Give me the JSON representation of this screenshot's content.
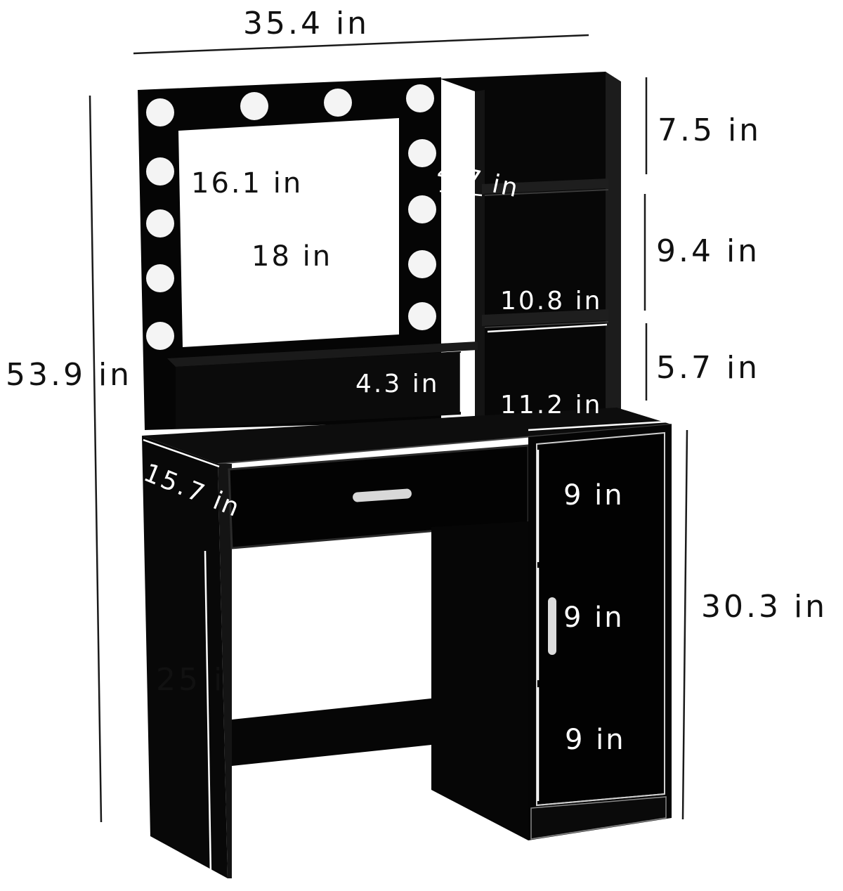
{
  "colors": {
    "furniture": "#050505",
    "edge": "#2a2a2a",
    "highlight": "#e8e8e8",
    "bulb": "#f4f4f4",
    "mirror": "#ffffff",
    "line": "#1a1a1a"
  },
  "dimensions": {
    "total_width": "35.4 in",
    "total_height": "53.9 in",
    "mirror_height": "16.1 in",
    "mirror_width": "18 in",
    "shelf_depth_top": "4.7 in",
    "top_shelf_height": "7.5 in",
    "middle_shelf_height": "9.4 in",
    "shelf_width": "10.8 in",
    "lower_shelf_height": "5.7 in",
    "base_shelf_height": "4.3 in",
    "cabinet_width": "11.2 in",
    "depth": "15.7 in",
    "cabinet_section_top": "9 in",
    "cabinet_section_middle": "9 in",
    "cabinet_section_bottom": "9 in",
    "cabinet_height": "30.3 in",
    "leg_height": "25 i"
  }
}
